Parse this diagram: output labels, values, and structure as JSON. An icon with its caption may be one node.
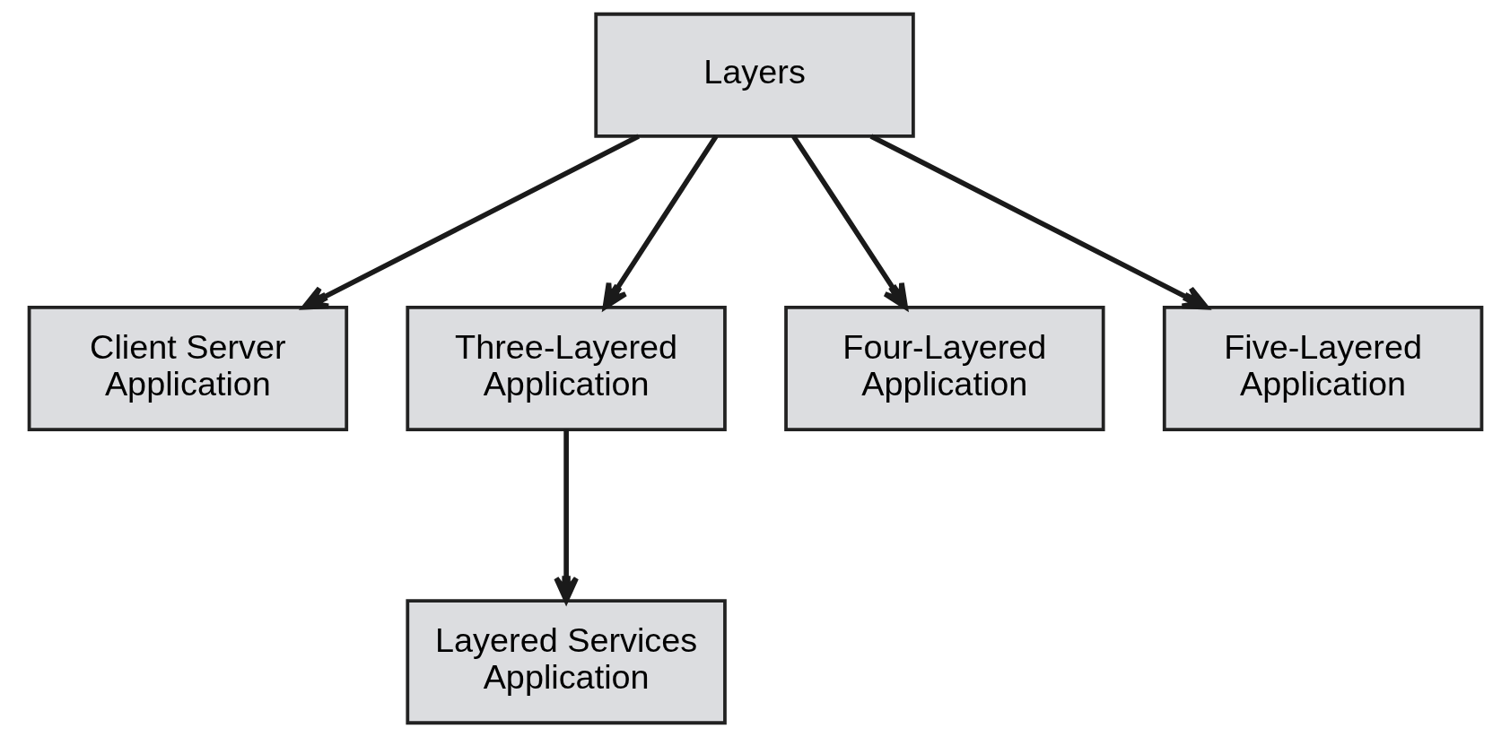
{
  "diagram": {
    "nodes": [
      {
        "text": [
          "Layers"
        ]
      },
      {
        "text": [
          "Client Server Application"
        ]
      },
      {
        "text": [
          "Three-Layered Application"
        ]
      },
      {
        "text": [
          "Four-Layered Application"
        ]
      },
      {
        "text": [
          "Five-Layered Application"
        ]
      },
      {
        "text": [
          "Layered Services Application"
        ]
      }
    ],
    "edges": [
      {
        "from": 0,
        "to": 1,
        "arrow": "to"
      },
      {
        "from": 0,
        "to": 2,
        "arrow": "to"
      },
      {
        "from": 0,
        "to": 3,
        "arrow": "to"
      },
      {
        "from": 0,
        "to": 4,
        "arrow": "to"
      },
      {
        "from": 2,
        "to": 5,
        "arrow": "to"
      }
    ]
  }
}
